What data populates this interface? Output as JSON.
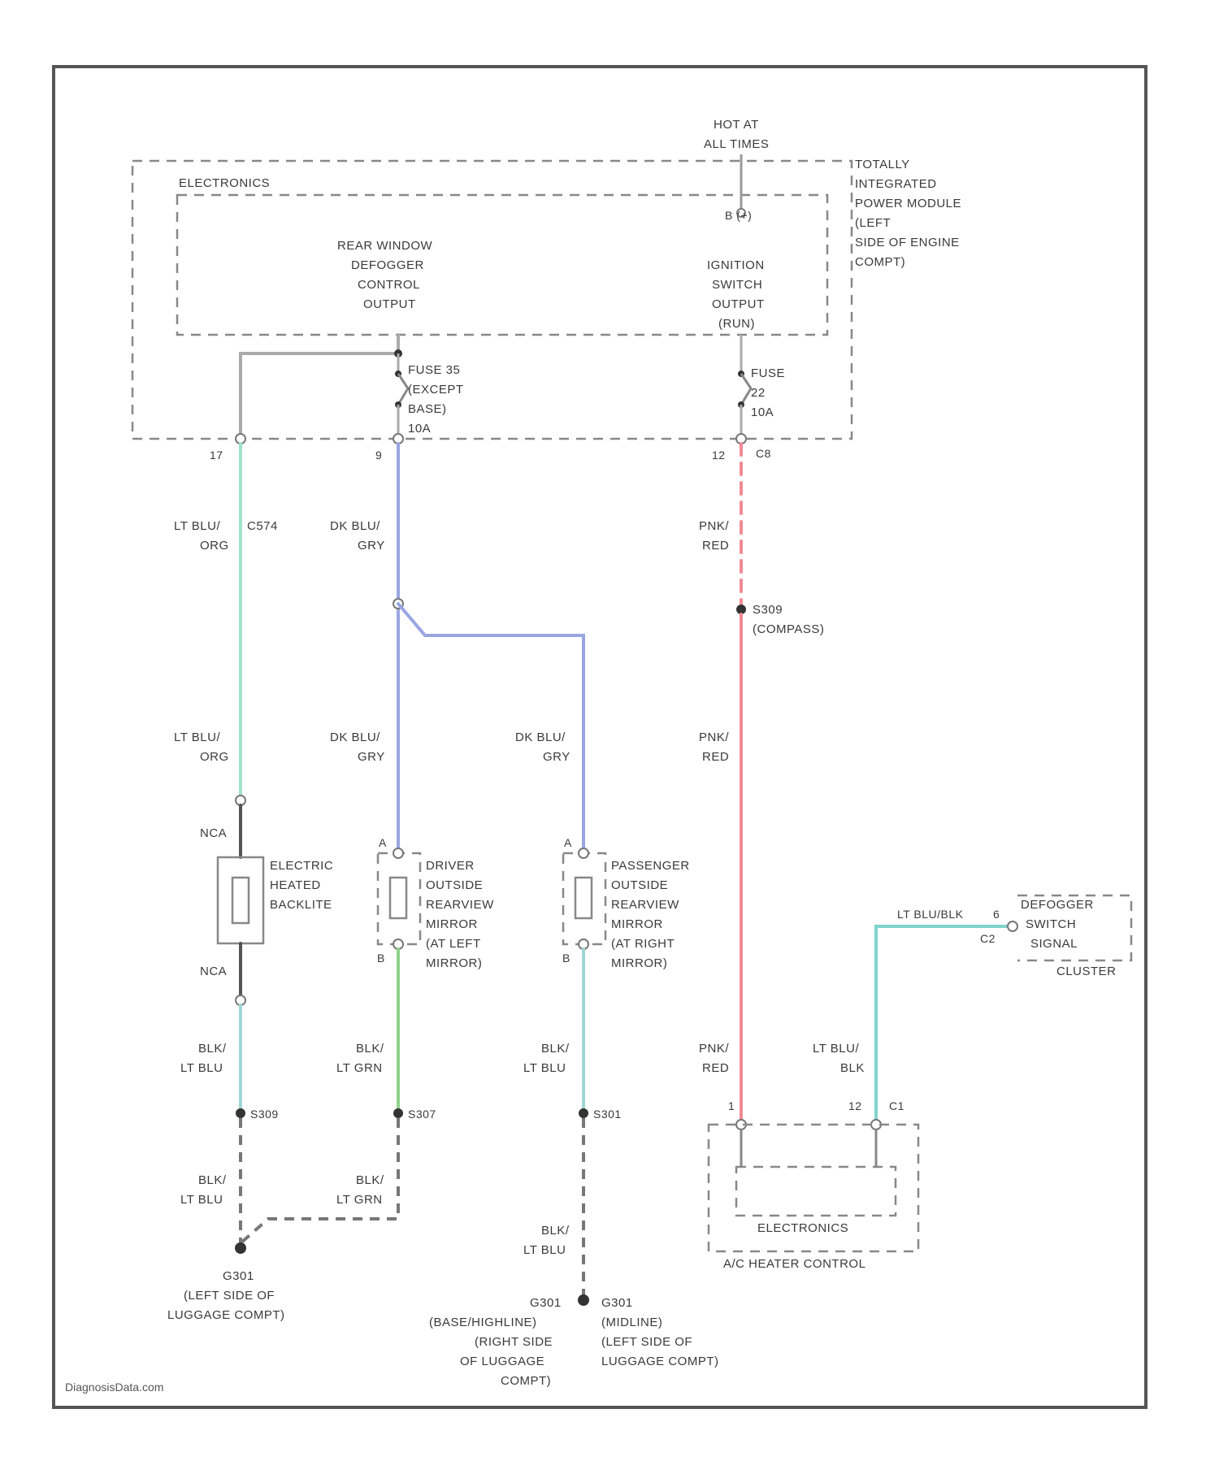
{
  "colors": {
    "lt_blu_org": "#9fe4c8",
    "dk_blu_gry": "#9aa6e2",
    "pnk_red": "#f18a94",
    "blk_lt_blu": "#9fd6d4",
    "blk_lt_grn": "#8fd28a",
    "lt_blu_blk": "#7fd4cc",
    "border": "#555555"
  },
  "labels": {
    "hot_at_all_times_1": "HOT AT",
    "hot_at_all_times_2": "ALL TIMES",
    "tipm_1": "TOTALLY",
    "tipm_2": "INTEGRATED",
    "tipm_3": "POWER MODULE",
    "tipm_4": "(LEFT",
    "tipm_5": "SIDE OF ENGINE",
    "tipm_6": "COMPT)",
    "electronics_top": "ELECTRONICS",
    "rwd_1": "REAR WINDOW",
    "rwd_2": "DEFOGGER",
    "rwd_3": "CONTROL",
    "rwd_4": "OUTPUT",
    "ign_1": "IGNITION",
    "ign_2": "SWITCH",
    "ign_3": "OUTPUT",
    "ign_4": "(RUN)",
    "b_pin": "B (+)",
    "fuse35_1": "FUSE 35",
    "fuse35_2": "(EXCEPT",
    "fuse35_3": "BASE)",
    "fuse35_4": "10A",
    "fuse22_1": "FUSE",
    "fuse22_2": "22",
    "fuse22_3": "10A",
    "pin_17": "17",
    "pin_9": "9",
    "pin_12": "12",
    "conn_c8": "C8",
    "w_ltbluorg_1": "LT BLU/",
    "w_ltbluorg_2": "ORG",
    "c574": "C574",
    "w_dkblugry_1": "DK BLU/",
    "w_dkblugry_2": "GRY",
    "w_pnkred_1": "PNK/",
    "w_pnkred_2": "RED",
    "s309_1": "S309",
    "s309_2": "(COMPASS)",
    "w_ltbluorg2_1": "LT BLU/",
    "w_ltbluorg2_2": "ORG",
    "w_dkblugry2_1": "DK BLU/",
    "w_dkblugry2_2": "GRY",
    "w_dkblugry3_1": "DK BLU/",
    "w_dkblugry3_2": "GRY",
    "w_pnkred2_1": "PNK/",
    "w_pnkred2_2": "RED",
    "nca_top": "NCA",
    "nca_bot": "NCA",
    "ehb_1": "ELECTRIC",
    "ehb_2": "HEATED",
    "ehb_3": "BACKLITE",
    "dm_1": "DRIVER",
    "dm_2": "OUTSIDE",
    "dm_3": "REARVIEW",
    "dm_4": "MIRROR",
    "dm_5": "(AT LEFT",
    "dm_6": "MIRROR)",
    "pm_1": "PASSENGER",
    "pm_2": "OUTSIDE",
    "pm_3": "REARVIEW",
    "pm_4": "MIRROR",
    "pm_5": "(AT RIGHT",
    "pm_6": "MIRROR)",
    "pin_a1": "A",
    "pin_b1": "B",
    "pin_a2": "A",
    "pin_b2": "B",
    "w_ltblublk": "LT BLU/BLK",
    "pin_6": "6",
    "conn_c2": "C2",
    "defog_1": "DEFOGGER",
    "defog_2": "SWITCH",
    "defog_3": "SIGNAL",
    "cluster": "CLUSTER",
    "w_blkltblu_1": "BLK/",
    "w_blkltblu_2": "LT BLU",
    "w_blkltgrn_1": "BLK/",
    "w_blkltgrn_2": "LT GRN",
    "w_blkltblu2_1": "BLK/",
    "w_blkltblu2_2": "LT BLU",
    "w_pnkred3_1": "PNK/",
    "w_pnkred3_2": "RED",
    "w_ltblublk2_1": "LT BLU/",
    "w_ltblublk2_2": "BLK",
    "s309b": "S309",
    "s307": "S307",
    "s301": "S301",
    "pin_1": "1",
    "pin_12b": "12",
    "conn_c1": "C1",
    "w_blkltblu3_1": "BLK/",
    "w_blkltblu3_2": "LT BLU",
    "w_blkltgrn2_1": "BLK/",
    "w_blkltgrn2_2": "LT GRN",
    "w_blkltblu4_1": "BLK/",
    "w_blkltblu4_2": "LT BLU",
    "electronics_bot": "ELECTRONICS",
    "ac_heater": "A/C HEATER CONTROL",
    "g301_1": "G301",
    "g301_2": "(LEFT SIDE OF",
    "g301_3": "LUGGAGE COMPT)",
    "g301b_1": "G301",
    "g301b_2": "(BASE/HIGHLINE)",
    "g301b_3": "(RIGHT SIDE",
    "g301b_4": "OF LUGGAGE",
    "g301b_5": "COMPT)",
    "g301c_1": "G301",
    "g301c_2": "(MIDLINE)",
    "g301c_3": "(LEFT SIDE OF",
    "g301c_4": "LUGGAGE COMPT)",
    "watermark": "DiagnosisData.com"
  }
}
